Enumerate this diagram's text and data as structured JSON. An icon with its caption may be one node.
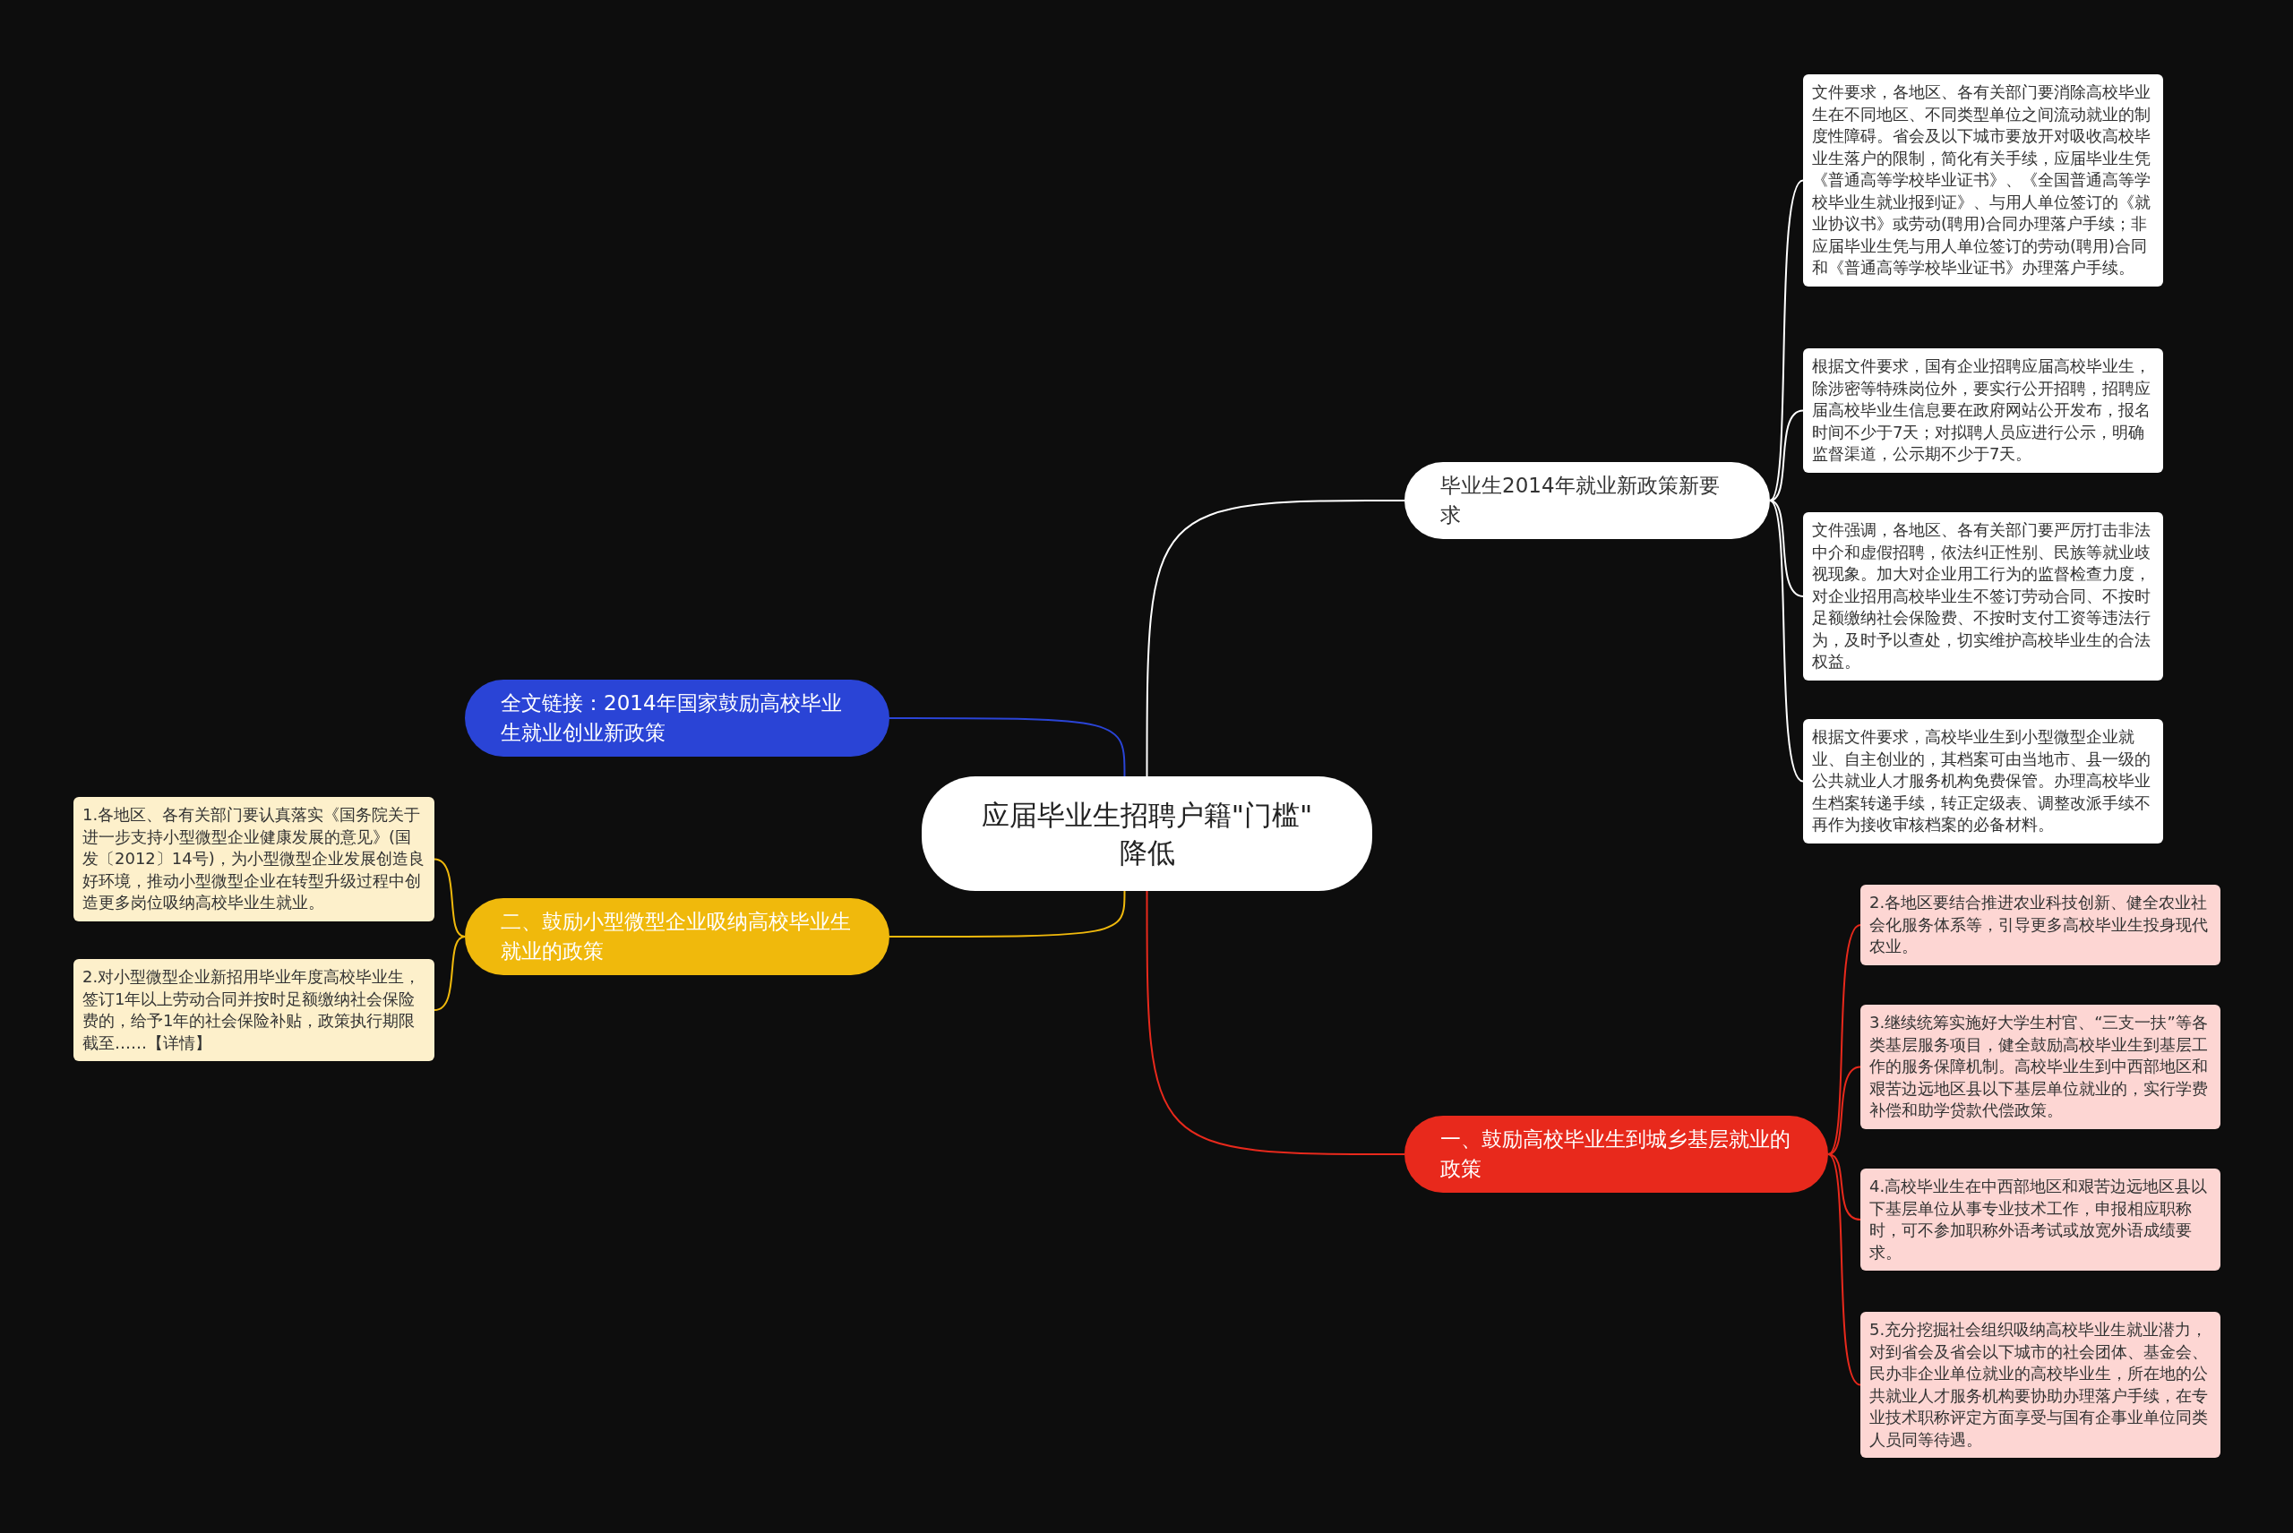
{
  "diagram": {
    "nodes": [
      {
        "text": [
          "应届毕业生招聘户籍\"门槛\" 降低"
        ]
      },
      {
        "text": [
          "毕业生2014年就业新政策新要求"
        ]
      },
      {
        "text": [
          "文件要求，各地区、各有关部门要消除高校毕业生在不同地区、不同类型单位之间流动就业的制度性障碍。省会及以下城市要放开对吸收高校毕业生落户的限制，简化有关手续，应届毕业生凭《普通高等学校毕业证书》、《全国普通高等学校毕业生就业报到证》、与用人单位签订的《就业协议书》或劳动(聘用)合同办理落户手续；非应届毕业生凭与用人单位签订的劳动(聘用)合同和《普通高等学校毕业证书》办理落户手续。"
        ]
      },
      {
        "text": [
          "根据文件要求，国有企业招聘应届高校毕业生，除涉密等特殊岗位外，要实行公开招聘，招聘应届高校毕业生信息要在政府网站公开发布，报名时间不少于7天；对拟聘人员应进行公示，明确监督渠道，公示期不少于7天。"
        ]
      },
      {
        "text": [
          "文件强调，各地区、各有关部门要严厉打击非法中介和虚假招聘，依法纠正性别、民族等就业歧视现象。加大对企业用工行为的监督检查力度，对企业招用高校毕业生不签订劳动合同、不按时足额缴纳社会保险费、不按时支付工资等违法行为，及时予以查处，切实维护高校毕业生的合法权益。"
        ]
      },
      {
        "text": [
          "根据文件要求，高校毕业生到小型微型企业就业、自主创业的，其档案可由当地市、县一级的公共就业人才服务机构免费保管。办理高校毕业生档案转递手续，转正定级表、调整改派手续不再作为接收审核档案的必备材料。"
        ]
      },
      {
        "text": [
          "全文链接：2014年国家鼓励高校毕业生就业创业新政策"
        ]
      },
      {
        "text": [
          "二、鼓励小型微型企业吸纳高校毕业生就业的政策"
        ]
      },
      {
        "text": [
          "1.各地区、各有关部门要认真落实《国务院关于进一步支持小型微型企业健康发展的意见》(国发〔2012〕14号)，为小型微型企业发展创造良好环境，推动小型微型企业在转型升级过程中创造更多岗位吸纳高校毕业生就业。"
        ]
      },
      {
        "text": [
          "2.对小型微型企业新招用毕业年度高校毕业生，签订1年以上劳动合同并按时足额缴纳社会保险费的，给予1年的社会保险补贴，政策执行期限截至……【详情】"
        ]
      },
      {
        "text": [
          "一、鼓励高校毕业生到城乡基层就业的政策"
        ]
      },
      {
        "text": [
          "2.各地区要结合推进农业科技创新、健全农业社会化服务体系等，引导更多高校毕业生投身现代农业。"
        ]
      },
      {
        "text": [
          "3.继续统筹实施好大学生村官、“三支一扶”等各类基层服务项目，健全鼓励高校毕业生到基层工作的服务保障机制。高校毕业生到中西部地区和艰苦边远地区县以下基层单位就业的，实行学费补偿和助学贷款代偿政策。"
        ]
      },
      {
        "text": [
          "4.高校毕业生在中西部地区和艰苦边远地区县以下基层单位从事专业技术工作，申报相应职称时，可不参加职称外语考试或放宽外语成绩要求。"
        ]
      },
      {
        "text": [
          "5.充分挖掘社会组织吸纳高校毕业生就业潜力，对到省会及省会以下城市的社会团体、基金会、民办非企业单位就业的高校毕业生，所在地的公共就业人才服务机构要协助办理落户手续，在专业技术职称评定方面享受与国有企事业单位同类人员同等待遇。"
        ]
      }
    ],
    "edges": [
      {
        "from": 0,
        "to": 1,
        "arrow": "none"
      },
      {
        "from": 1,
        "to": 2,
        "arrow": "none"
      },
      {
        "from": 1,
        "to": 3,
        "arrow": "none"
      },
      {
        "from": 1,
        "to": 4,
        "arrow": "none"
      },
      {
        "from": 1,
        "to": 5,
        "arrow": "none"
      },
      {
        "from": 0,
        "to": 6,
        "arrow": "none",
        "color": "#2a44d6"
      },
      {
        "from": 0,
        "to": 7,
        "arrow": "none",
        "color": "#f0b90c"
      },
      {
        "from": 7,
        "to": 8,
        "arrow": "none",
        "color": "#f0b90c"
      },
      {
        "from": 7,
        "to": 9,
        "arrow": "none",
        "color": "#f0b90c"
      },
      {
        "from": 0,
        "to": 10,
        "arrow": "none",
        "color": "#e8291c"
      },
      {
        "from": 10,
        "to": 11,
        "arrow": "none",
        "color": "#e8291c"
      },
      {
        "from": 10,
        "to": 12,
        "arrow": "none",
        "color": "#e8291c"
      },
      {
        "from": 10,
        "to": 13,
        "arrow": "none",
        "color": "#e8291c"
      },
      {
        "from": 10,
        "to": 14,
        "arrow": "none",
        "color": "#e8291c"
      }
    ]
  }
}
